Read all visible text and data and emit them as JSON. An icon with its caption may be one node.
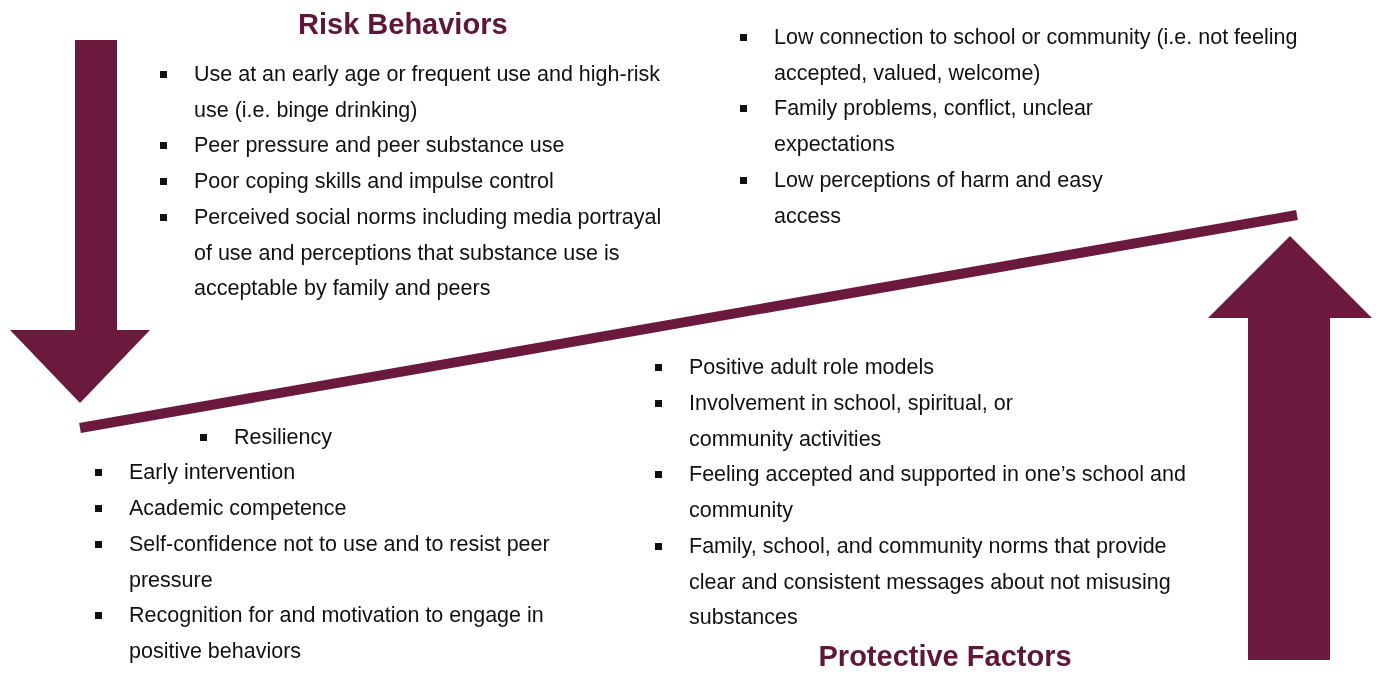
{
  "diagram": {
    "labels": [
      "Risk Behaviors",
      "Use at an early age or frequent use and high-risk use (i.e. binge drinking)",
      "Peer pressure and peer substance use",
      "Poor coping skills and impulse control",
      "Perceived social norms including media portrayal of use and perceptions that substance use is acceptable by family and peers",
      "Low connection to school or community (i.e. not feeling accepted, valued, welcome)",
      "Family problems, conflict, unclear expectations",
      "Low perceptions of harm and easy access",
      "Resiliency",
      "Early intervention",
      "Academic competence",
      "Self-confidence not to use and to resist peer pressure",
      "Recognition for and motivation to engage in positive behaviors",
      "Positive adult role models",
      "Involvement in school, spiritual, or community activities",
      "Feeling accepted and supported in one’s school and community",
      "Family, school, and community norms that provide clear and consistent messages about not misusing substances",
      "Protective Factors"
    ]
  }
}
